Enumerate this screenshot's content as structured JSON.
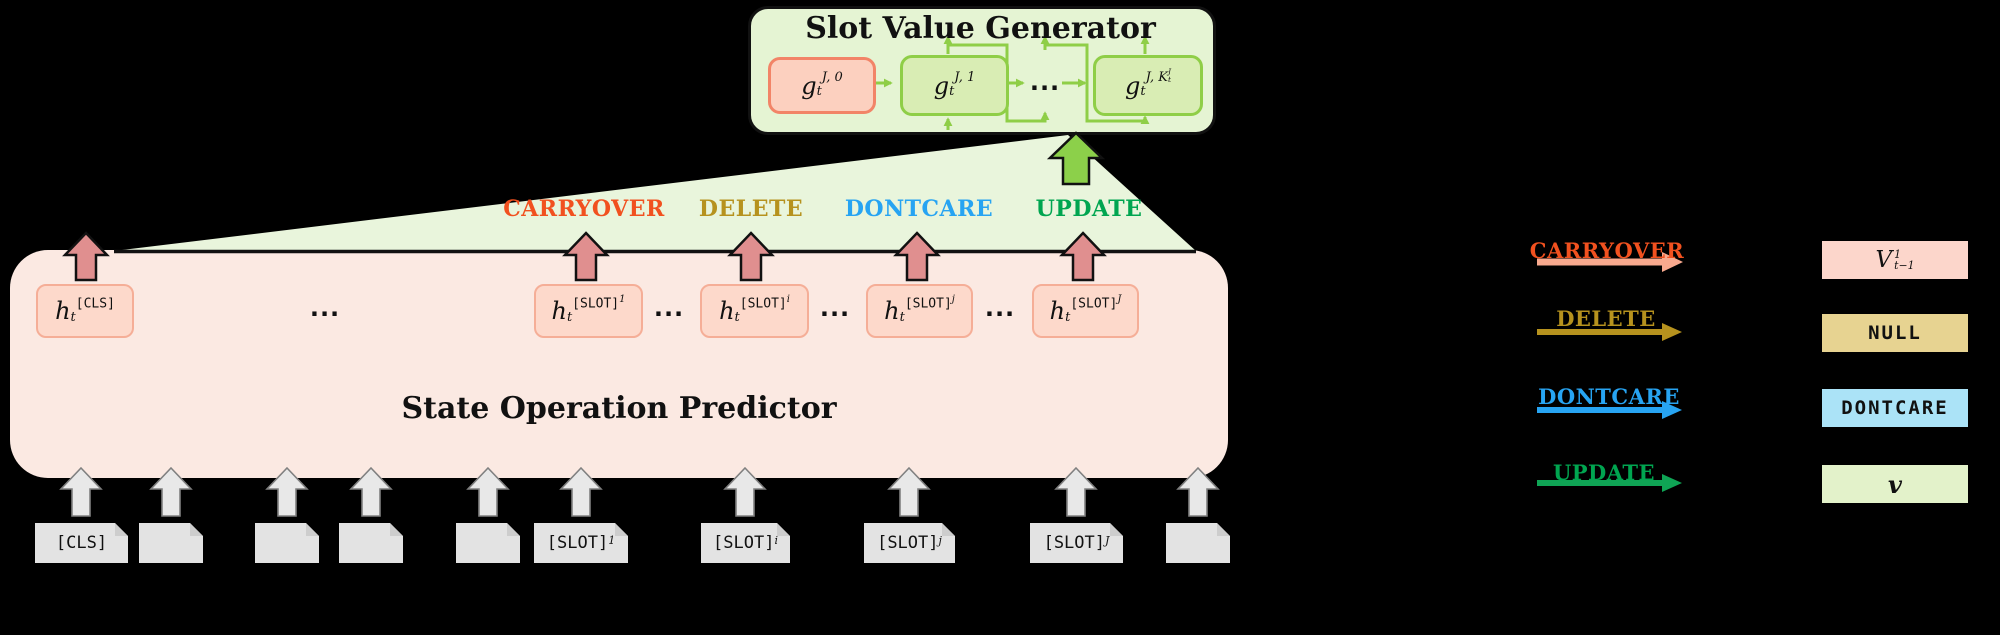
{
  "colors": {
    "background": "#000000",
    "generator_box_fill": "#e5f4d3",
    "generator_border": "#111111",
    "cell_green_fill": "#d9edb4",
    "cell_green_border": "#8fce47",
    "cell_pink_fill": "#fcd0bf",
    "cell_pink_border": "#f28467",
    "connector_green": "#8fce47",
    "wedge_fill": "#e9f5dc",
    "sop_box_fill": "#fbe9e2",
    "h_cell_fill": "#fdd9cb",
    "h_cell_border": "#f5ae97",
    "op_arrow_fill": "#e08f8f",
    "update_arrow_fill": "#8cd04a",
    "token_fill": "#e3e3e3",
    "token_arrow_fill": "#e8e8e8",
    "token_arrow_border": "#808080"
  },
  "generator": {
    "title": "Slot Value Generator",
    "cells": [
      {
        "base": "g",
        "sub": "t",
        "sup": "J, 0"
      },
      {
        "base": "g",
        "sub": "t",
        "sup": "J, 1"
      },
      {
        "dots": "..."
      },
      {
        "base": "g",
        "sub": "t",
        "sup_prefix": "J, ",
        "sup_base": "K",
        "sup_sup": "J",
        "sup_sub": "t"
      }
    ]
  },
  "sop": {
    "title": "State Operation Predictor",
    "dots": "...",
    "h_cells": [
      {
        "base": "h",
        "sub": "t",
        "bracket": "[CLS]",
        "exp": ""
      },
      {
        "base": "h",
        "sub": "t",
        "bracket": "[SLOT]",
        "exp": "1"
      },
      {
        "base": "h",
        "sub": "t",
        "bracket": "[SLOT]",
        "exp": "i"
      },
      {
        "base": "h",
        "sub": "t",
        "bracket": "[SLOT]",
        "exp": "j"
      },
      {
        "base": "h",
        "sub": "t",
        "bracket": "[SLOT]",
        "exp": "J"
      }
    ]
  },
  "operations": [
    {
      "label": "CARRYOVER",
      "color": "#f1511f",
      "weight": "700"
    },
    {
      "label": "DELETE",
      "color": "#b6921e",
      "weight": "700"
    },
    {
      "label": "DONTCARE",
      "color": "#27a4f2",
      "weight": "700"
    },
    {
      "label": "UPDATE",
      "color": "#00a550",
      "weight": "900"
    }
  ],
  "tokens": [
    {
      "text": "[CLS]",
      "exp": ""
    },
    {
      "text": "",
      "exp": ""
    },
    {
      "text": "",
      "exp": ""
    },
    {
      "text": "",
      "exp": ""
    },
    {
      "text": "",
      "exp": ""
    },
    {
      "text": "[SLOT]",
      "exp": "1"
    },
    {
      "text": "[SLOT]",
      "exp": "i"
    },
    {
      "text": "[SLOT]",
      "exp": "j"
    },
    {
      "text": "[SLOT]",
      "exp": "J"
    },
    {
      "text": "",
      "exp": ""
    }
  ],
  "legend": {
    "rows": [
      {
        "label": "CARRYOVER",
        "label_color": "#f1511f",
        "arrow_color": "#f8a98e",
        "box_fill": "#fcd6cb",
        "value_base": "V",
        "value_sup": "1",
        "value_sub": "t−1"
      },
      {
        "label": "DELETE",
        "label_color": "#b6921e",
        "arrow_color": "#b6921e",
        "box_fill": "#e7d391",
        "value": "NULL"
      },
      {
        "label": "DONTCARE",
        "label_color": "#27a4f2",
        "arrow_color": "#27a4f2",
        "box_fill": "#abe3f7",
        "value": "DONTCARE"
      },
      {
        "label": "UPDATE",
        "label_color": "#00a550",
        "arrow_color": "#0fa455",
        "box_fill": "#e3f2ca",
        "value": "v"
      }
    ]
  }
}
